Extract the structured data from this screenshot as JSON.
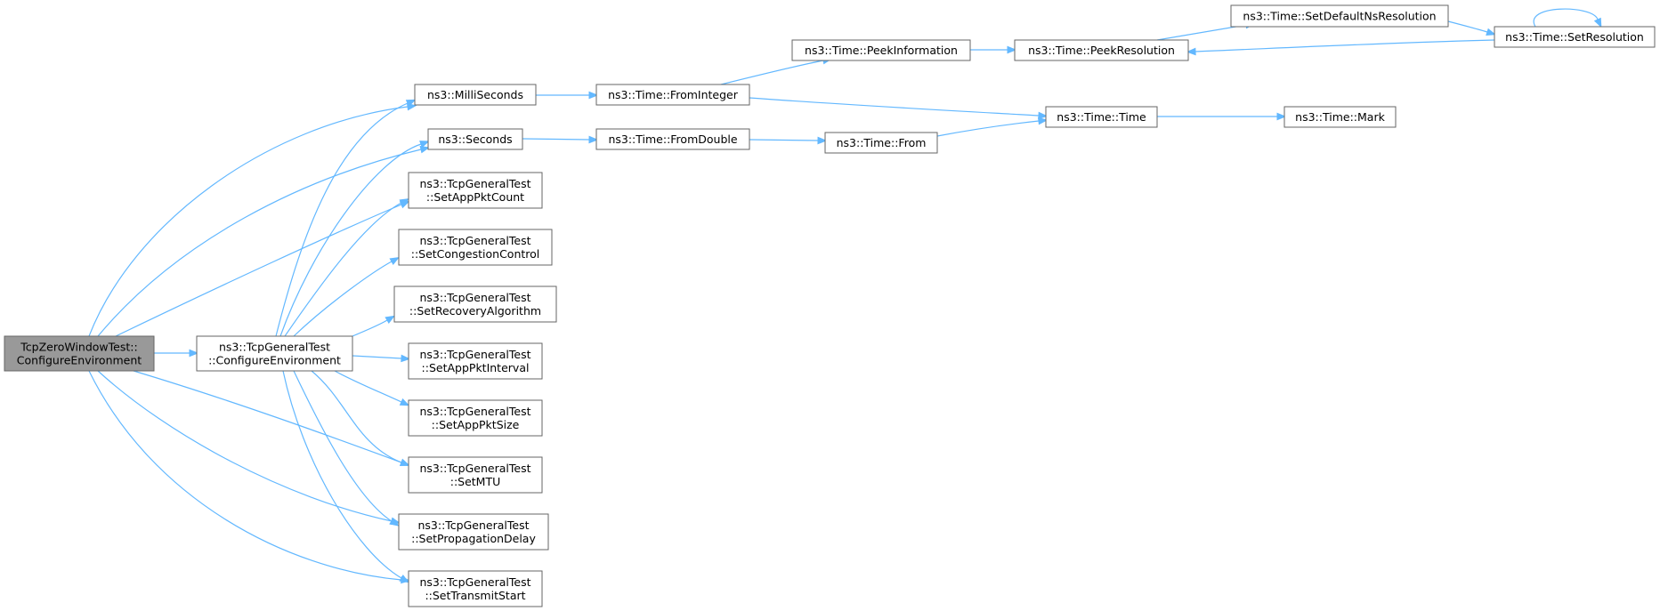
{
  "diagram": {
    "type": "call-graph",
    "colors": {
      "edge": "#63b8ff",
      "node_border": "#666666",
      "root_fill": "#999999",
      "node_fill": "#ffffff"
    },
    "nodes": [
      {
        "id": "root",
        "lines": [
          "TcpZeroWindowTest::",
          "ConfigureEnvironment"
        ],
        "root": true
      },
      {
        "id": "gen_cfg",
        "lines": [
          "ns3::TcpGeneralTest",
          "::ConfigureEnvironment"
        ]
      },
      {
        "id": "millis",
        "lines": [
          "ns3::MilliSeconds"
        ]
      },
      {
        "id": "seconds",
        "lines": [
          "ns3::Seconds"
        ]
      },
      {
        "id": "app_count",
        "lines": [
          "ns3::TcpGeneralTest",
          "::SetAppPktCount"
        ]
      },
      {
        "id": "congestion",
        "lines": [
          "ns3::TcpGeneralTest",
          "::SetCongestionControl"
        ]
      },
      {
        "id": "recovery",
        "lines": [
          "ns3::TcpGeneralTest",
          "::SetRecoveryAlgorithm"
        ]
      },
      {
        "id": "app_interval",
        "lines": [
          "ns3::TcpGeneralTest",
          "::SetAppPktInterval"
        ]
      },
      {
        "id": "app_size",
        "lines": [
          "ns3::TcpGeneralTest",
          "::SetAppPktSize"
        ]
      },
      {
        "id": "mtu",
        "lines": [
          "ns3::TcpGeneralTest",
          "::SetMTU"
        ]
      },
      {
        "id": "prop_delay",
        "lines": [
          "ns3::TcpGeneralTest",
          "::SetPropagationDelay"
        ]
      },
      {
        "id": "transmit",
        "lines": [
          "ns3::TcpGeneralTest",
          "::SetTransmitStart"
        ]
      },
      {
        "id": "from_integer",
        "lines": [
          "ns3::Time::FromInteger"
        ]
      },
      {
        "id": "from_double",
        "lines": [
          "ns3::Time::FromDouble"
        ]
      },
      {
        "id": "peek_info",
        "lines": [
          "ns3::Time::PeekInformation"
        ]
      },
      {
        "id": "from",
        "lines": [
          "ns3::Time::From"
        ]
      },
      {
        "id": "peek_res",
        "lines": [
          "ns3::Time::PeekResolution"
        ]
      },
      {
        "id": "time",
        "lines": [
          "ns3::Time::Time"
        ]
      },
      {
        "id": "set_default_ns",
        "lines": [
          "ns3::Time::SetDefaultNsResolution"
        ]
      },
      {
        "id": "mark",
        "lines": [
          "ns3::Time::Mark"
        ]
      },
      {
        "id": "set_res",
        "lines": [
          "ns3::Time::SetResolution"
        ]
      }
    ],
    "edges": [
      {
        "from": "root",
        "to": "gen_cfg"
      },
      {
        "from": "root",
        "to": "millis"
      },
      {
        "from": "root",
        "to": "seconds"
      },
      {
        "from": "root",
        "to": "app_count"
      },
      {
        "from": "root",
        "to": "mtu"
      },
      {
        "from": "root",
        "to": "prop_delay"
      },
      {
        "from": "root",
        "to": "transmit"
      },
      {
        "from": "gen_cfg",
        "to": "millis"
      },
      {
        "from": "gen_cfg",
        "to": "seconds"
      },
      {
        "from": "gen_cfg",
        "to": "app_count"
      },
      {
        "from": "gen_cfg",
        "to": "congestion"
      },
      {
        "from": "gen_cfg",
        "to": "recovery"
      },
      {
        "from": "gen_cfg",
        "to": "app_interval"
      },
      {
        "from": "gen_cfg",
        "to": "app_size"
      },
      {
        "from": "gen_cfg",
        "to": "mtu"
      },
      {
        "from": "gen_cfg",
        "to": "prop_delay"
      },
      {
        "from": "gen_cfg",
        "to": "transmit"
      },
      {
        "from": "millis",
        "to": "from_integer"
      },
      {
        "from": "seconds",
        "to": "from_double"
      },
      {
        "from": "from_integer",
        "to": "peek_info"
      },
      {
        "from": "from_integer",
        "to": "time"
      },
      {
        "from": "from_double",
        "to": "from"
      },
      {
        "from": "from",
        "to": "time"
      },
      {
        "from": "peek_info",
        "to": "peek_res"
      },
      {
        "from": "peek_res",
        "to": "set_default_ns"
      },
      {
        "from": "set_default_ns",
        "to": "set_res"
      },
      {
        "from": "set_res",
        "to": "peek_res"
      },
      {
        "from": "set_res",
        "to": "set_res"
      },
      {
        "from": "time",
        "to": "mark"
      }
    ]
  }
}
